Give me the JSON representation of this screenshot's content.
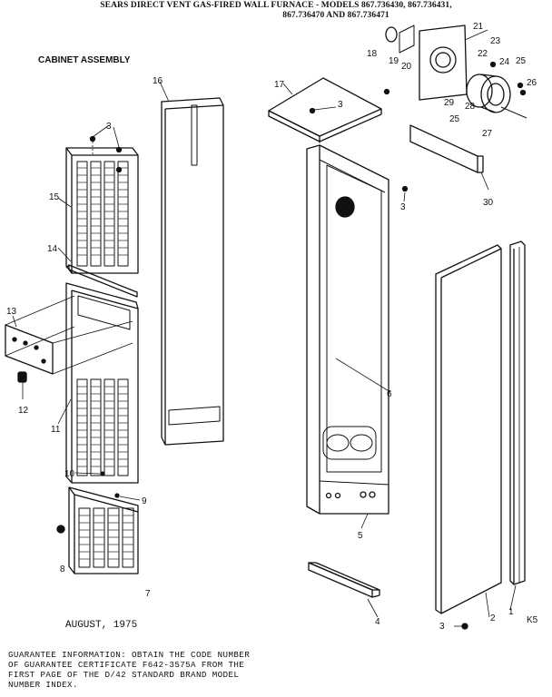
{
  "header": {
    "title_line1": "SEARS DIRECT VENT GAS-FIRED WALL FURNACE - MODELS 867.736430, 867.736431,",
    "title_line2": "867.736470 AND 867.736471"
  },
  "section_title": "CABINET ASSEMBLY",
  "date": "AUGUST, 1975",
  "footer_code": "K5",
  "guarantee": [
    "GUARANTEE INFORMATION:  OBTAIN THE CODE NUMBER",
    "OF GUARANTEE CERTIFICATE  F642-3575A FROM THE",
    "FIRST PAGE OF THE D/42 STANDARD BRAND MODEL",
    "NUMBER INDEX."
  ],
  "callouts": {
    "c1": "1",
    "c2": "2",
    "c3a": "3",
    "c3b": "3",
    "c3c": "3",
    "c3d": "3",
    "c4": "4",
    "c5": "5",
    "c6": "6",
    "c7": "7",
    "c8": "8",
    "c9": "9",
    "c10": "10",
    "c11": "11",
    "c12": "12",
    "c13": "13",
    "c14": "14",
    "c15": "15",
    "c16": "16",
    "c17": "17",
    "c18": "18",
    "c19": "19",
    "c20": "20",
    "c21": "21",
    "c22": "22",
    "c23": "23",
    "c24": "24",
    "c25a": "25",
    "c25b": "25",
    "c26": "26",
    "c27": "27",
    "c28": "28",
    "c29": "29",
    "c30": "30"
  }
}
